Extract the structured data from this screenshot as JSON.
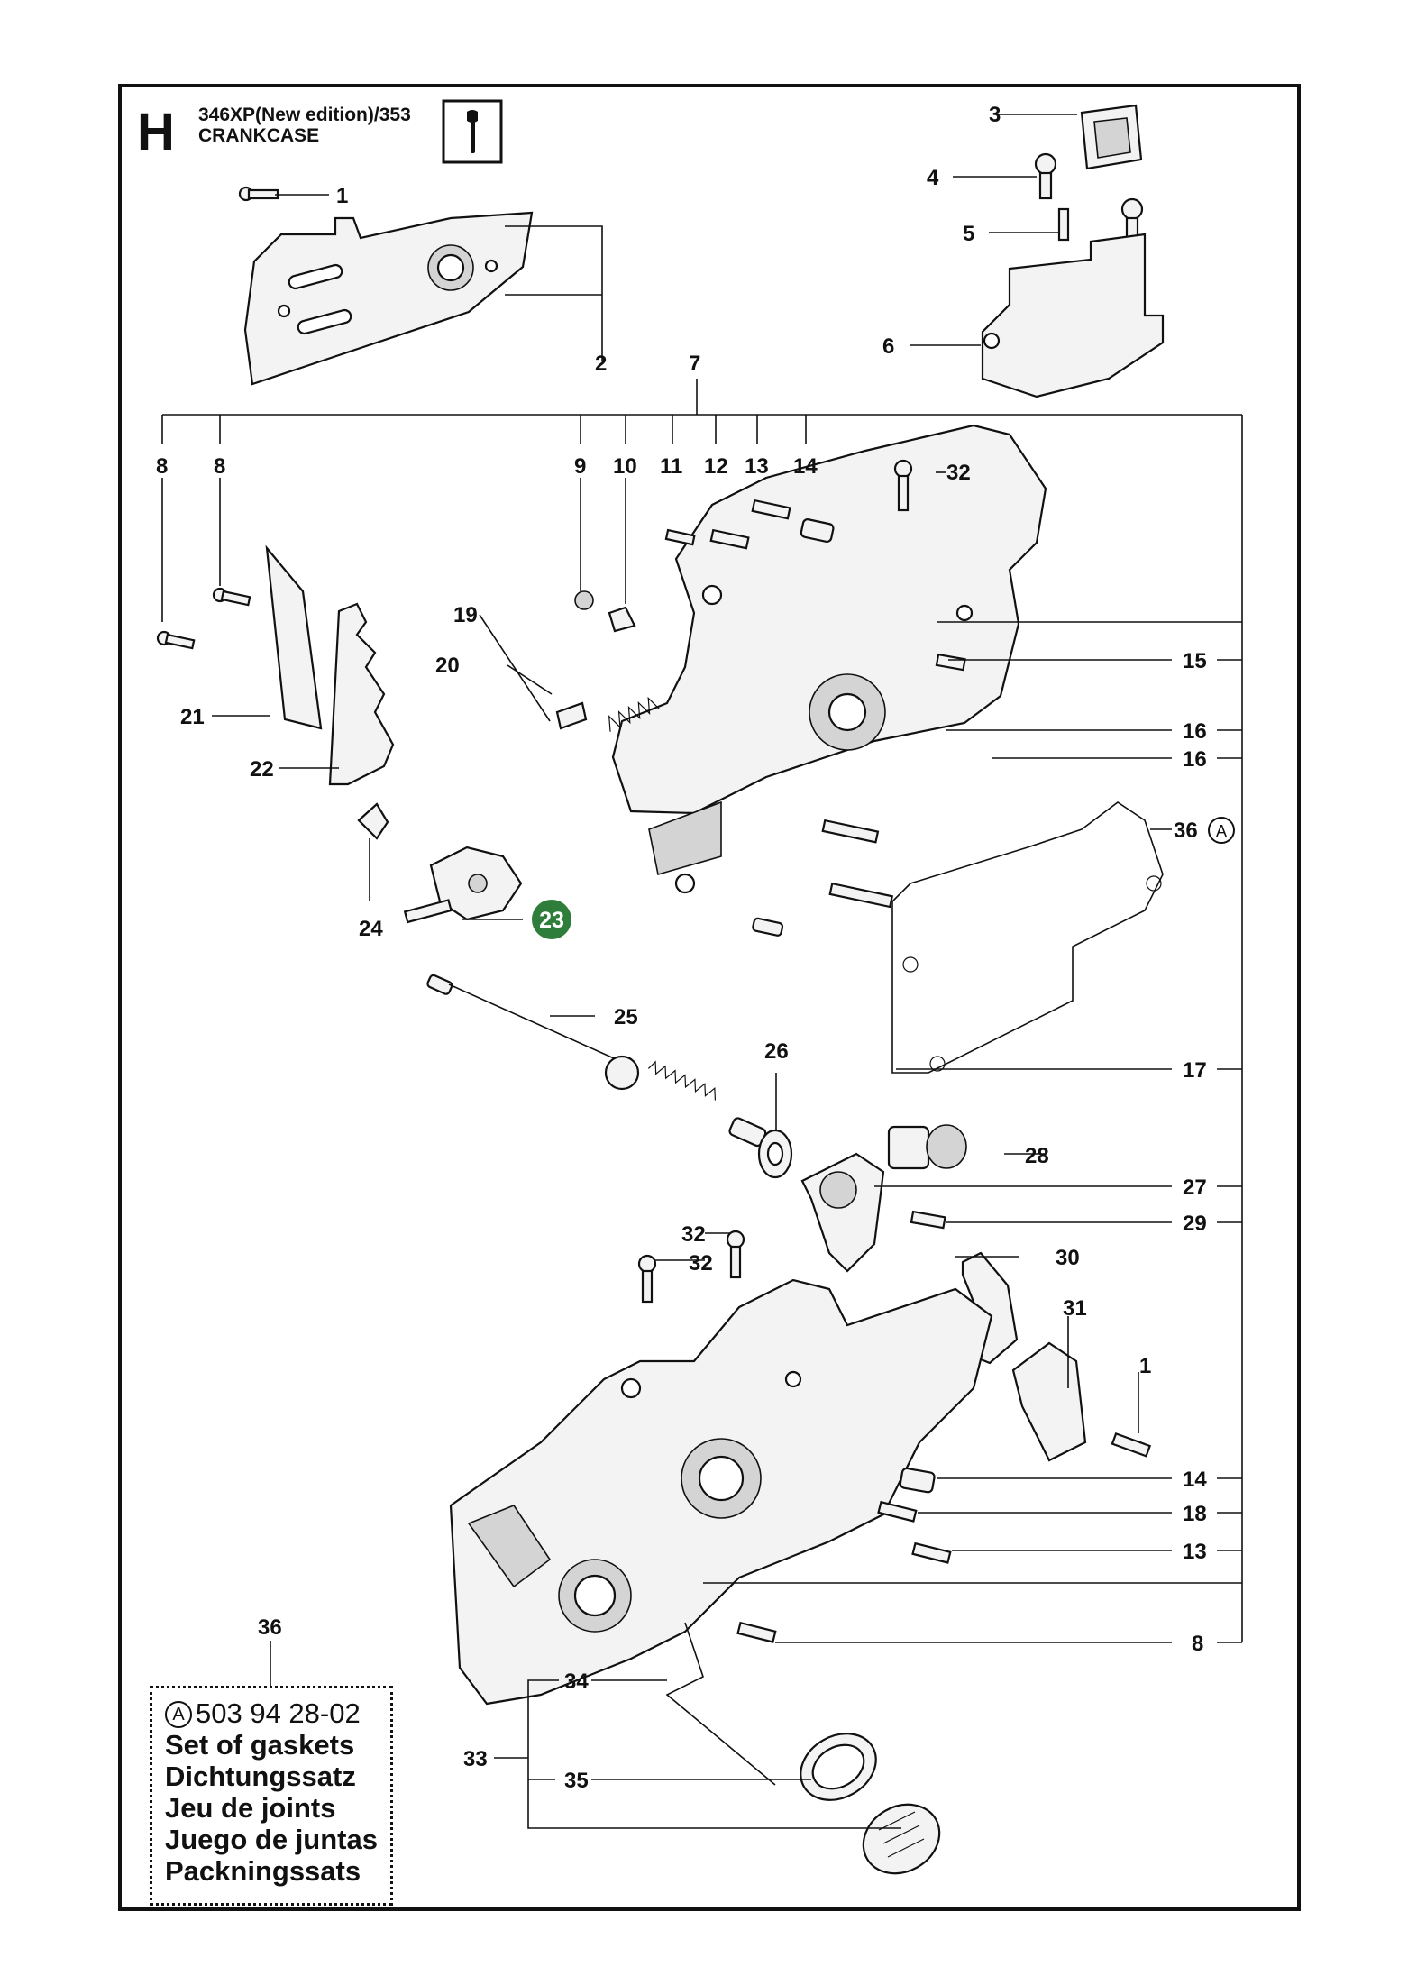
{
  "header": {
    "section_letter": "H",
    "model": "346XP(New edition)/353",
    "section_title": "CRANKCASE",
    "tool_icon": "wrench-icon"
  },
  "callouts": {
    "c1_top": "1",
    "c2": "2",
    "c3": "3",
    "c4": "4",
    "c5": "5",
    "c6": "6",
    "c7": "7",
    "c8_a": "8",
    "c8_b": "8",
    "c9": "9",
    "c10": "10",
    "c11": "11",
    "c12": "12",
    "c13_top": "13",
    "c14_top": "14",
    "c15": "15",
    "c16_a": "16",
    "c16_b": "16",
    "c17": "17",
    "c19": "19",
    "c20": "20",
    "c21": "21",
    "c22": "22",
    "c24": "24",
    "c25": "25",
    "c26": "26",
    "c27": "27",
    "c28": "28",
    "c29": "29",
    "c30": "30",
    "c31": "31",
    "c32_top": "32",
    "c32_a": "32",
    "c32_b": "32",
    "c1_bot": "1",
    "c14_bot": "14",
    "c18": "18",
    "c13_bot": "13",
    "c8_bot": "8",
    "c36_a": "36",
    "c36_b": "36",
    "c34": "34",
    "c33": "33",
    "c35": "35"
  },
  "highlight": {
    "label": "23",
    "color": "#2e7d3a"
  },
  "gasket_set": {
    "marker": "A",
    "part_number": "503 94 28-02",
    "names": [
      "Set of gaskets",
      "Dichtungssatz",
      "Jeu de joints",
      "Juego de juntas",
      "Packningssats"
    ]
  }
}
